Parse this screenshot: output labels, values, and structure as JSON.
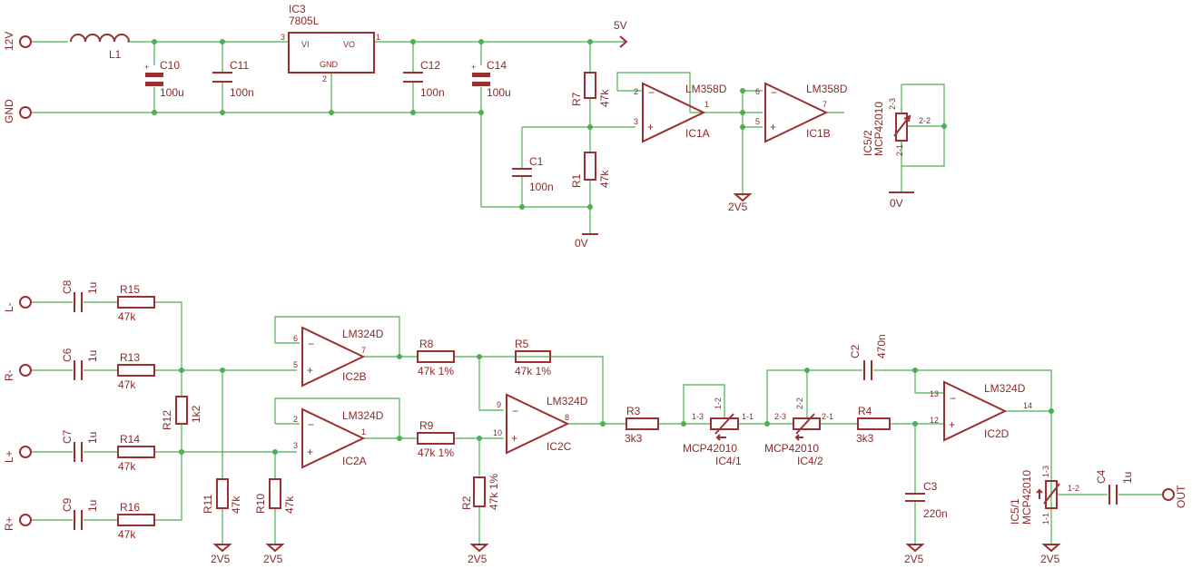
{
  "ports": {
    "v12": "12V",
    "gnd": "GND",
    "lminus": "L-",
    "rminus": "R-",
    "lplus": "L+",
    "rplus": "R+",
    "out": "OUT"
  },
  "power": {
    "v5": "5V",
    "v2v5": "2V5",
    "v0": "0V"
  },
  "psu": {
    "L1": "L1",
    "C10": "C10",
    "C10v": "100u",
    "C11": "C11",
    "C11v": "100n",
    "IC3": "IC3",
    "IC3t": "7805L",
    "VI": "VI",
    "VO": "VO",
    "GND": "GND",
    "C12": "C12",
    "C12v": "100n",
    "C14": "C14",
    "C14v": "100u"
  },
  "ref": {
    "R7": "R7",
    "R7v": "47k",
    "R1": "R1",
    "R1v": "47k",
    "C1": "C1",
    "C1v": "100n",
    "IC1A": "IC1A",
    "IC1At": "LM358D",
    "IC1B": "IC1B",
    "IC1Bt": "LM358D"
  },
  "ic52": {
    "name": "IC5/2",
    "part": "MCP42010",
    "p23": "2-3",
    "p22": "2-2",
    "p21": "2-1"
  },
  "mix": {
    "C8": "C8",
    "C8v": "1u",
    "C6": "C6",
    "C6v": "1u",
    "C7": "C7",
    "C7v": "1u",
    "C9": "C9",
    "C9v": "1u",
    "R15": "R15",
    "R15v": "47k",
    "R13": "R13",
    "R13v": "47k",
    "R14": "R14",
    "R14v": "47k",
    "R16": "R16",
    "R16v": "47k",
    "R12": "R12",
    "R12v": "1k2",
    "R11": "R11",
    "R11v": "47k",
    "R10": "R10",
    "R10v": "47k",
    "IC2B": "IC2B",
    "IC2Bt": "LM324D",
    "IC2A": "IC2A",
    "IC2At": "LM324D",
    "R8": "R8",
    "R8v": "47k 1%",
    "R9": "R9",
    "R9v": "47k 1%",
    "R5": "R5",
    "R5v": "47k 1%",
    "R2": "R2",
    "R2v": "47k 1%",
    "IC2C": "IC2C",
    "IC2Ct": "LM324D"
  },
  "filt": {
    "R3": "R3",
    "R3v": "3k3",
    "IC41": "IC4/1",
    "IC41p": "MCP42010",
    "p13": "1-3",
    "p12": "1-2",
    "p11": "1-1",
    "IC42": "IC4/2",
    "IC42p": "MCP42010",
    "p23": "2-3",
    "p22": "2-2",
    "p21": "2-1",
    "R4": "R4",
    "R4v": "3k3",
    "C2": "C2",
    "C2v": "470n",
    "C3": "C3",
    "C3v": "220n",
    "IC2D": "IC2D",
    "IC2Dt": "LM324D",
    "IC51": "IC5/1",
    "IC51p": "MCP42010",
    "q13": "1-3",
    "q12": "1-2",
    "q11": "1-1",
    "C4": "C4",
    "C4v": "1u"
  },
  "pins": {
    "n1": "1",
    "n2": "2",
    "n3": "3",
    "n5": "5",
    "n6": "6",
    "n7": "7",
    "n8": "8",
    "n9": "9",
    "n10": "10",
    "n12": "12",
    "n13": "13",
    "n14": "14",
    "minus": "−",
    "plus": "+"
  }
}
